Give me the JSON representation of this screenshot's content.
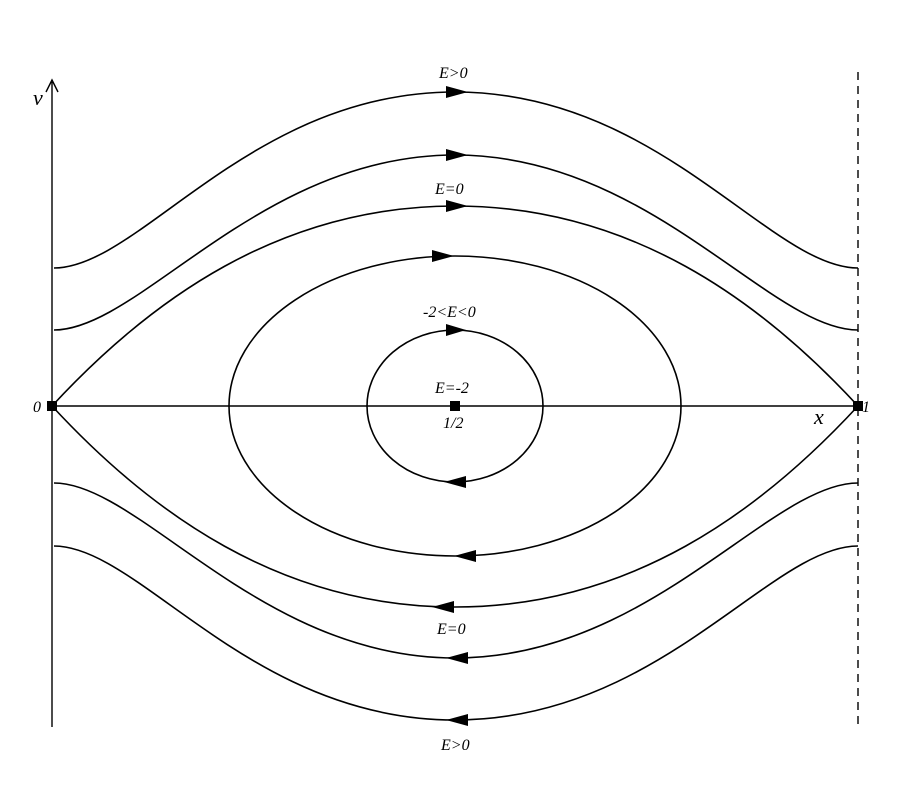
{
  "axes": {
    "y_label": "v",
    "x_label": "x"
  },
  "points": {
    "left_label": "0",
    "center_label": "1/2",
    "right_label": "1"
  },
  "energy_labels": {
    "top_outer": "E>0",
    "top_separatrix": "E=0",
    "inner_range": "-2<E<0",
    "center": "E=-2",
    "bottom_separatrix": "E=0",
    "bottom_outer": "E>0"
  }
}
